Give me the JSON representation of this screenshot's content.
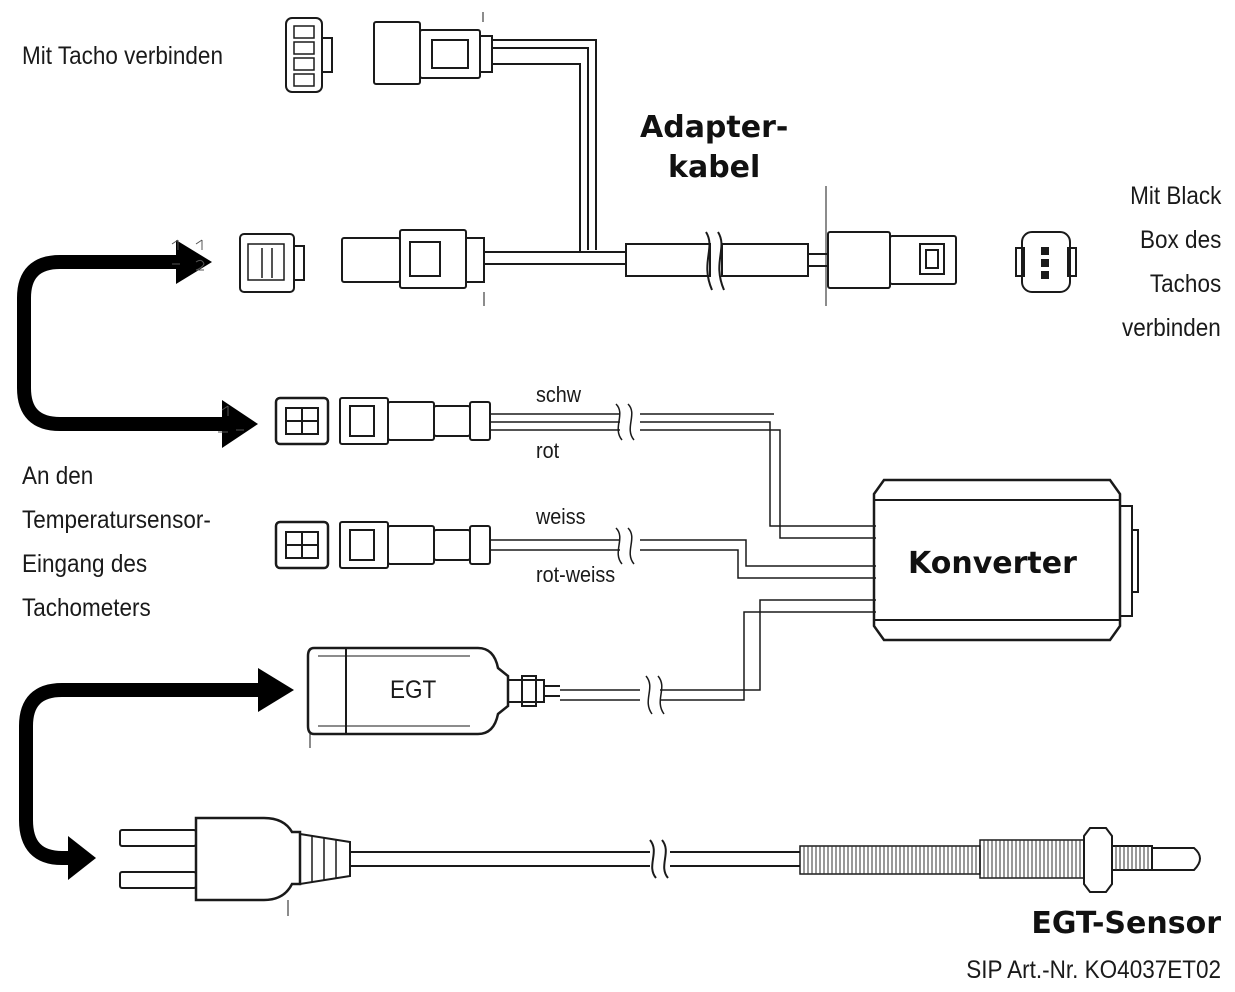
{
  "labels": {
    "tacho_connect": "Mit Tacho verbinden",
    "adapter_line1": "Adapter-",
    "adapter_line2": "kabel",
    "blackbox_lines": [
      "Mit Black",
      "Box des",
      "Tachos",
      "verbinden"
    ],
    "temp_input_lines": [
      "An den",
      "Temperatursensor-",
      "Eingang des",
      "Tachometers"
    ],
    "converter": "Konverter",
    "egt_module": "EGT",
    "egt_sensor": "EGT-Sensor",
    "article_number": "SIP Art.-Nr. KO4037ET02"
  },
  "wire_labels": {
    "black": "schw",
    "red": "rot",
    "white": "weiss",
    "red_white": "rot-weiss"
  },
  "colors": {
    "line": "#1a1a1a",
    "arrow": "#000000",
    "background": "#ffffff"
  }
}
